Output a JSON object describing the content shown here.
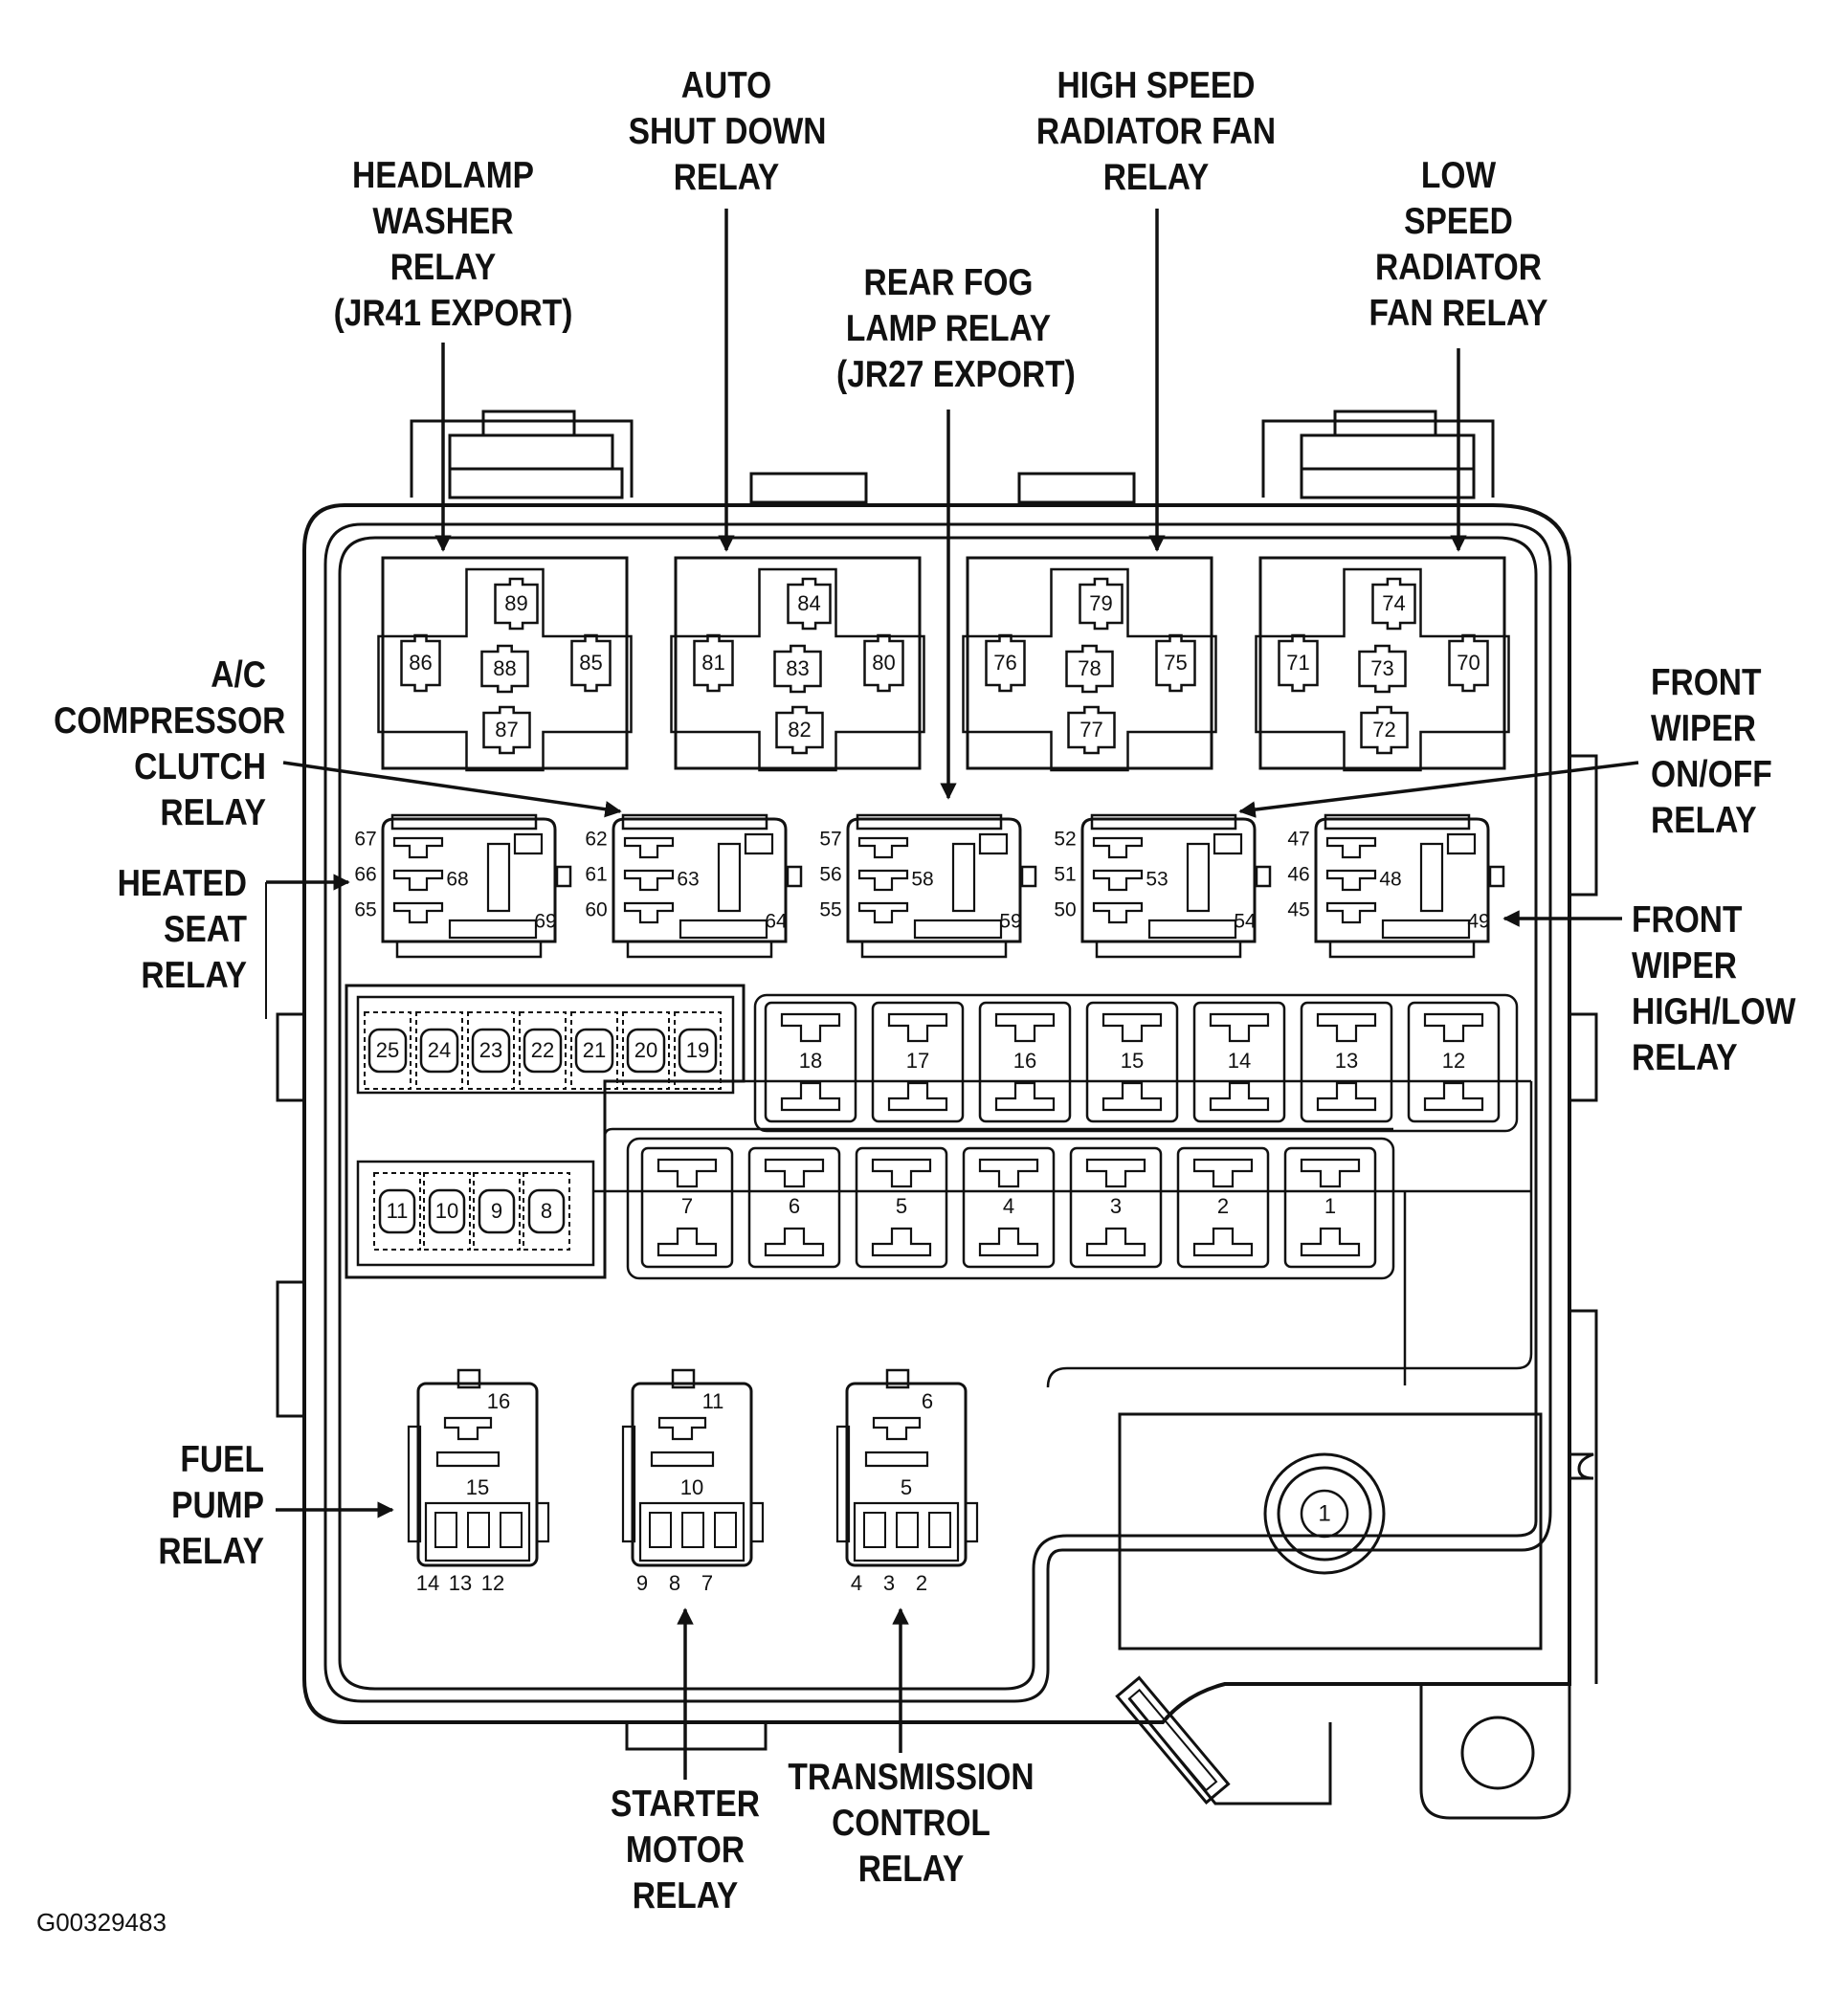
{
  "callouts": {
    "headlamp_washer": [
      "HEADLAMP",
      "WASHER",
      "RELAY",
      "(JR41 EXPORT)"
    ],
    "auto_shutdown": [
      "AUTO",
      "SHUT DOWN",
      "RELAY"
    ],
    "rear_fog": [
      "REAR FOG",
      "LAMP RELAY",
      "(JR27 EXPORT)"
    ],
    "high_speed_fan": [
      "HIGH SPEED",
      "RADIATOR FAN",
      "RELAY"
    ],
    "low_speed_fan": [
      "LOW",
      "SPEED",
      "RADIATOR",
      "FAN RELAY"
    ],
    "ac_compressor": [
      "A/C",
      "COMPRESSOR",
      "CLUTCH",
      "RELAY"
    ],
    "heated_seat": [
      "HEATED",
      "SEAT",
      "RELAY"
    ],
    "front_wiper_onoff": [
      "FRONT",
      "WIPER",
      "ON/OFF",
      "RELAY"
    ],
    "front_wiper_highlow": [
      "FRONT",
      "WIPER",
      "HIGH/LOW",
      "RELAY"
    ],
    "fuel_pump": [
      "FUEL",
      "PUMP",
      "RELAY"
    ],
    "starter_motor": [
      "STARTER",
      "MOTOR",
      "RELAY"
    ],
    "transmission_control": [
      "TRANSMISSION",
      "CONTROL",
      "RELAY"
    ]
  },
  "figure_id": "G00329483",
  "large_relays": [
    {
      "top": "89",
      "left": "86",
      "center": "88",
      "right": "85",
      "bottom": "87"
    },
    {
      "top": "84",
      "left": "81",
      "center": "83",
      "right": "80",
      "bottom": "82"
    },
    {
      "top": "79",
      "left": "76",
      "center": "78",
      "right": "75",
      "bottom": "77"
    },
    {
      "top": "74",
      "left": "71",
      "center": "73",
      "right": "70",
      "bottom": "72"
    }
  ],
  "mini_relays": [
    {
      "pins": [
        "67",
        "66",
        "65"
      ],
      "center": "68",
      "corner": "69"
    },
    {
      "pins": [
        "62",
        "61",
        "60"
      ],
      "center": "63",
      "corner": "64"
    },
    {
      "pins": [
        "57",
        "56",
        "55"
      ],
      "center": "58",
      "corner": "59"
    },
    {
      "pins": [
        "52",
        "51",
        "50"
      ],
      "center": "53",
      "corner": "54"
    },
    {
      "pins": [
        "47",
        "46",
        "45"
      ],
      "center": "48",
      "corner": "49"
    }
  ],
  "mini_fuses_top": [
    "25",
    "24",
    "23",
    "22",
    "21",
    "20",
    "19"
  ],
  "mini_fuses_bottom": [
    "11",
    "10",
    "9",
    "8"
  ],
  "cartridge_fuses_top": [
    "18",
    "17",
    "16",
    "15",
    "14",
    "13",
    "12"
  ],
  "cartridge_fuses_bottom": [
    "7",
    "6",
    "5",
    "4",
    "3",
    "2",
    "1"
  ],
  "lower_relays": [
    {
      "top": "16",
      "center": "15",
      "bottom": [
        "14",
        "13",
        "12"
      ]
    },
    {
      "top": "11",
      "center": "10",
      "bottom": [
        "9",
        "8",
        "7"
      ]
    },
    {
      "top": "6",
      "center": "5",
      "bottom": [
        "4",
        "3",
        "2"
      ]
    }
  ],
  "maxi_fuse": "1"
}
